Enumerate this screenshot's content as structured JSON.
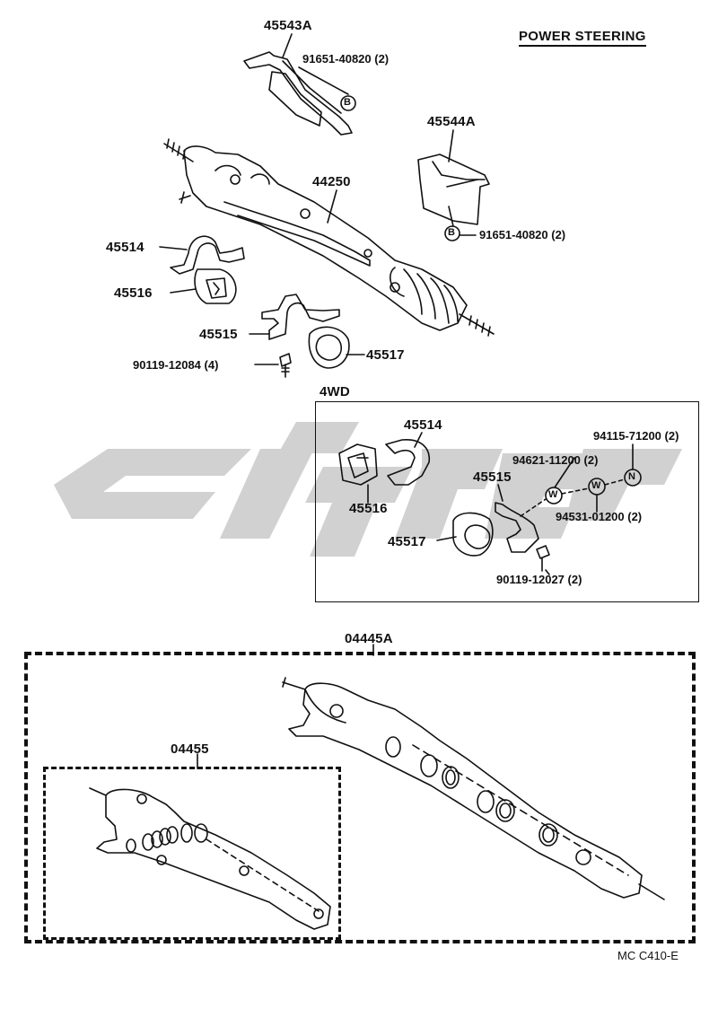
{
  "title": "POWER STEERING",
  "footer_code": "MC C410-E",
  "section_4wd": "4WD",
  "parts": {
    "p45543A": "45543A",
    "p91651_top": "91651-40820 (2)",
    "p45544A": "45544A",
    "p44250": "44250",
    "p91651_mid": "91651-40820 (2)",
    "p45514": "45514",
    "p45516": "45516",
    "p45515": "45515",
    "p45517": "45517",
    "p90119_12084": "90119-12084 (4)",
    "p45514_4wd": "45514",
    "p94115": "94115-71200 (2)",
    "p94621": "94621-11200 (2)",
    "p45515_4wd": "45515",
    "p45516_4wd": "45516",
    "p94531": "94531-01200 (2)",
    "p45517_4wd": "45517",
    "p90119_12027": "90119-12027 (2)",
    "p04445A": "04445A",
    "p04455": "04455"
  },
  "markers": {
    "b": "B",
    "w": "W",
    "n": "N"
  }
}
